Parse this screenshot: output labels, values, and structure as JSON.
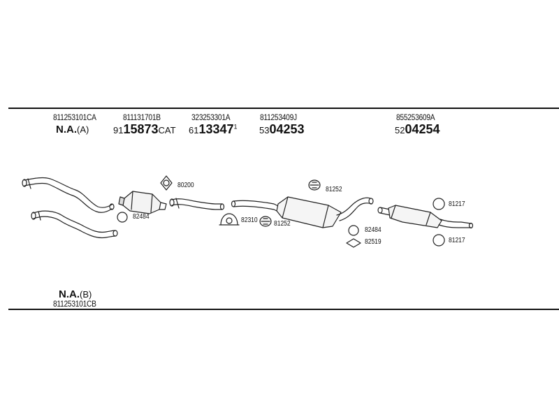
{
  "columns": [
    {
      "original": "811253101CA"
    },
    {
      "original": "811131701B",
      "prefix": "91",
      "number": "15873",
      "suffix": "CAT"
    },
    {
      "original": "323253301A",
      "prefix": "61",
      "number": "13347",
      "sup": "1"
    },
    {
      "original": "811253409J",
      "prefix": "53",
      "number": "04253"
    },
    {
      "original": "855253609A",
      "prefix": "52",
      "number": "04254"
    }
  ],
  "na_top": {
    "label": "N.A.",
    "suffix": "(A)"
  },
  "na_bottom": {
    "label": "N.A.",
    "suffix": "(B)",
    "original": "811253101CB"
  },
  "part_tags": {
    "t80200": "80200",
    "t82484a": "82484",
    "t82310": "82310",
    "t81252a": "81252",
    "t81252b": "81252",
    "t82484b": "82484",
    "t82519": "82519",
    "t81217a": "81217",
    "t81217b": "81217"
  }
}
